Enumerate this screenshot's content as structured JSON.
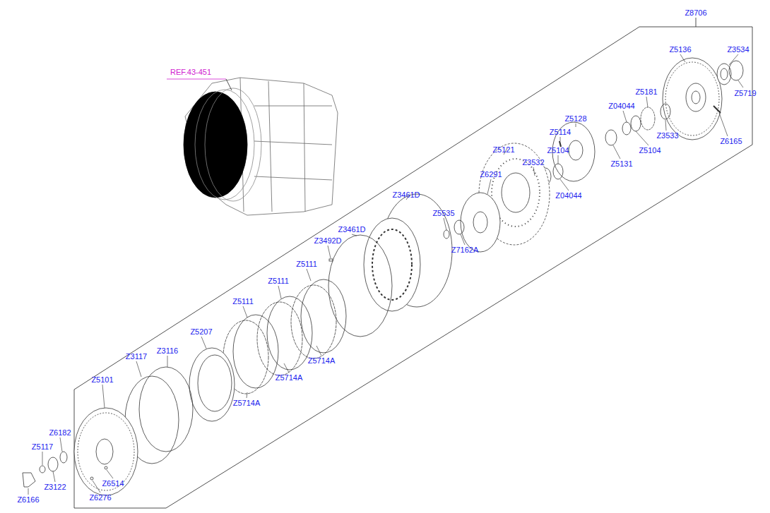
{
  "diagram": {
    "labels": [
      "Z8706",
      "REF.43-451",
      "Z5136",
      "Z3534",
      "Z5181",
      "Z04044",
      "Z5719",
      "Z5128",
      "Z5114",
      "Z3533",
      "Z6165",
      "Z5121",
      "Z3532",
      "Z5104",
      "Z5104",
      "Z5131",
      "Z6291",
      "Z04044",
      "Z3461D",
      "Z5535",
      "Z3461D",
      "Z7162A",
      "Z3492D",
      "Z5111",
      "Z5111",
      "Z5111",
      "Z5207",
      "Z5714A",
      "Z3117",
      "Z3116",
      "Z5714A",
      "Z5101",
      "Z5714A",
      "Z6182",
      "Z5117",
      "Z3122",
      "Z6514",
      "Z6276",
      "Z6166"
    ]
  }
}
